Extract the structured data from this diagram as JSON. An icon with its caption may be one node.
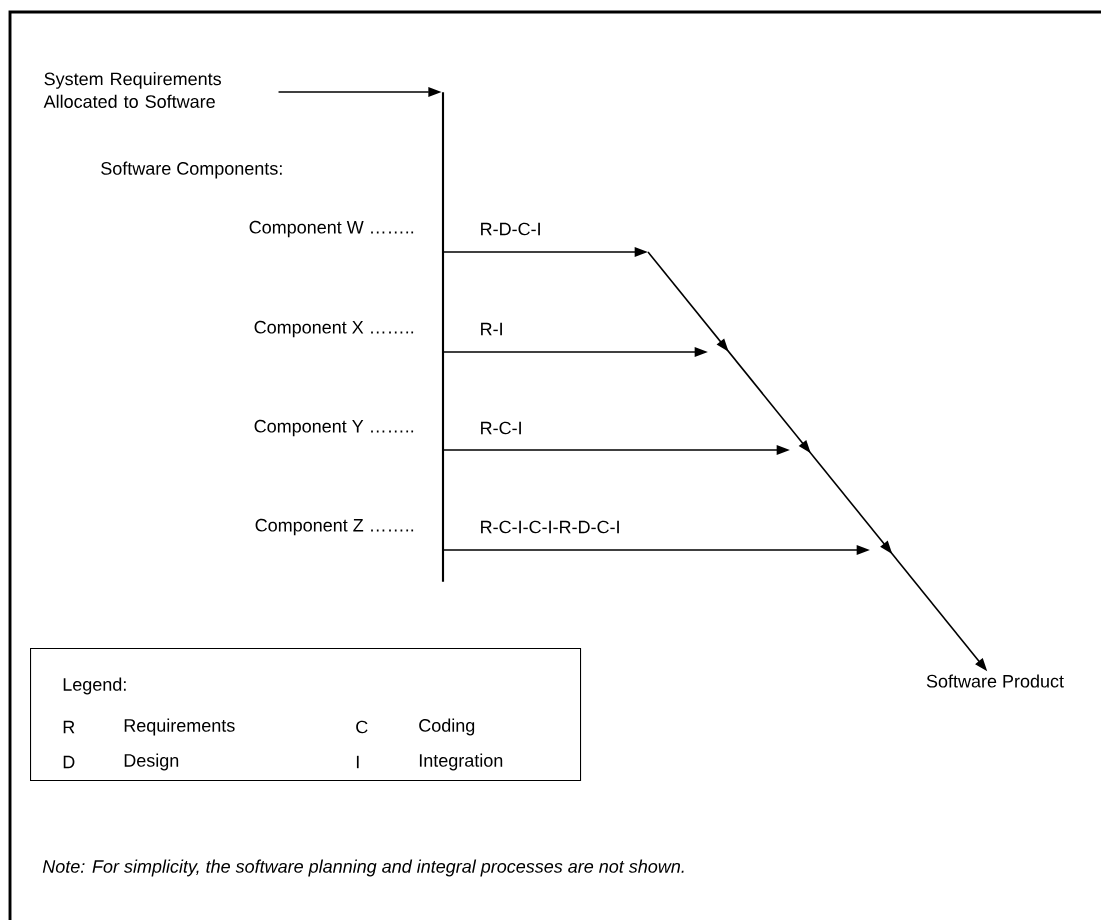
{
  "diagram": {
    "nodes": [
      {
        "text": [
          "System Requirements Allocated to Software"
        ]
      },
      {
        "text": [],
        "shape": "bar"
      },
      {
        "text": [
          "Software Product"
        ]
      },
      {
        "text": [
          "Legend:",
          "R",
          "Requirements",
          "C",
          "Coding",
          "D",
          "Design",
          "I",
          "Integration"
        ]
      }
    ],
    "edges": [
      {
        "from": 0,
        "to": 1,
        "arrow": "to"
      },
      {
        "from": 1,
        "to": null,
        "arrow": "to",
        "label": "R-D-C-I"
      },
      {
        "from": 1,
        "to": null,
        "arrow": "to",
        "label": "R-I"
      },
      {
        "from": 1,
        "to": null,
        "arrow": "to",
        "label": "R-C-I"
      },
      {
        "from": 1,
        "to": null,
        "arrow": "to",
        "label": "R-C-I-C-I-R-D-C-I"
      },
      {
        "from": null,
        "to": 2,
        "arrow": "to"
      }
    ],
    "labels": [
      "Software Components:",
      "Component W ……..",
      "Component X ……..",
      "Component Y ……..",
      "Component Z ……..",
      "Note: For simplicity, the software planning and integral processes are not shown."
    ]
  }
}
